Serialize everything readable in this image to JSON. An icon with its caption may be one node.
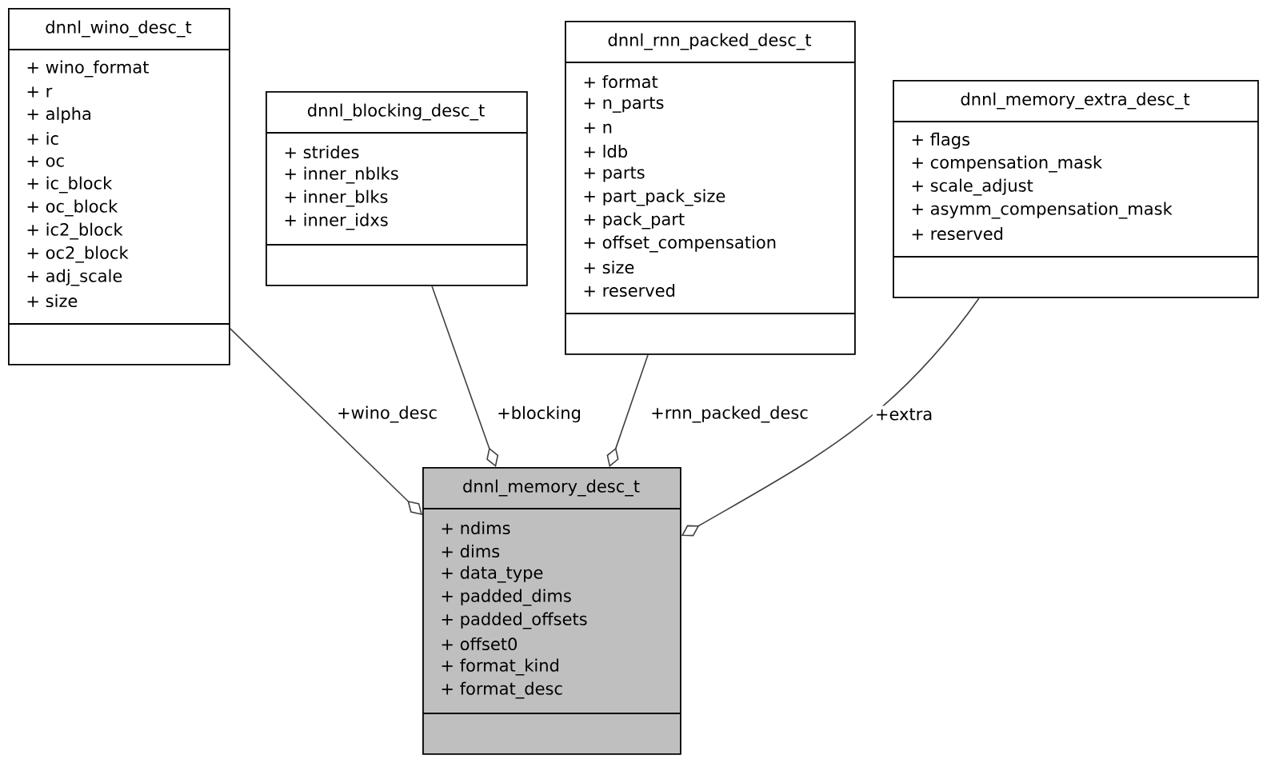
{
  "diagram": {
    "nodes": [
      {
        "text": [
          "dnnl_wino_desc_t",
          "+ wino_format",
          "+ r",
          "+ alpha",
          "+ ic",
          "+ oc",
          "+ ic_block",
          "+ oc_block",
          "+ ic2_block",
          "+ oc2_block",
          "+ adj_scale",
          "+ size"
        ]
      },
      {
        "text": [
          "dnnl_blocking_desc_t",
          "+ strides",
          "+ inner_nblks",
          "+ inner_blks",
          "+ inner_idxs"
        ]
      },
      {
        "text": [
          "dnnl_rnn_packed_desc_t",
          "+ format",
          "+ n_parts",
          "+ n",
          "+ ldb",
          "+ parts",
          "+ part_pack_size",
          "+ pack_part",
          "+ offset_compensation",
          "+ size",
          "+ reserved"
        ]
      },
      {
        "text": [
          "dnnl_memory_extra_desc_t",
          "+ flags",
          "+ compensation_mask",
          "+ scale_adjust",
          "+ asymm_compensation_mask",
          "+ reserved"
        ]
      },
      {
        "text": [
          "dnnl_memory_desc_t",
          "+ ndims",
          "+ dims",
          "+ data_type",
          "+ padded_dims",
          "+ padded_offsets",
          "+ offset0",
          "+ format_kind",
          "+ format_desc"
        ]
      }
    ],
    "edges": [
      {
        "from": 0,
        "to": 4,
        "arrow": "other",
        "label": "+wino_desc"
      },
      {
        "from": 1,
        "to": 4,
        "arrow": "other",
        "label": "+blocking"
      },
      {
        "from": 2,
        "to": 4,
        "arrow": "other",
        "label": "+rnn_packed_desc"
      },
      {
        "from": 3,
        "to": 4,
        "arrow": "other",
        "label": "+extra"
      }
    ]
  }
}
